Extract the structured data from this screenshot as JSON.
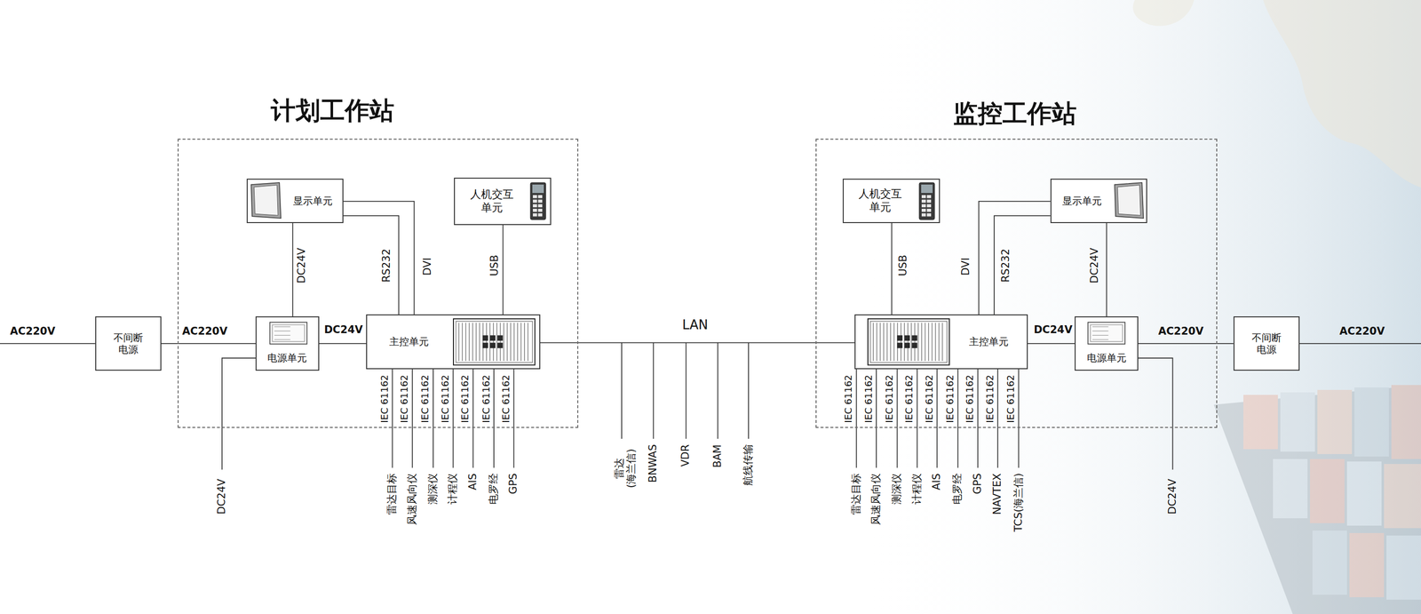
{
  "diagram": {
    "nodes": [
      {
        "text": [
          "不间断 电源"
        ]
      },
      {
        "text": [
          "计划工作站"
        ]
      },
      {
        "text": [
          "显示单元"
        ],
        "in": 1
      },
      {
        "text": [
          "人机交互 单元"
        ],
        "in": 1
      },
      {
        "text": [
          "电源单元"
        ],
        "in": 1
      },
      {
        "text": [
          "主控单元"
        ],
        "in": 1
      },
      {
        "text": [
          "监控工作站"
        ]
      },
      {
        "text": [
          "人机交互 单元"
        ],
        "in": 6
      },
      {
        "text": [
          "显示单元"
        ],
        "in": 6
      },
      {
        "text": [
          "主控单元"
        ],
        "in": 6
      },
      {
        "text": [
          "电源单元"
        ],
        "in": 6
      },
      {
        "text": [
          "不间断 电源"
        ]
      }
    ],
    "edges": [
      {
        "from": 0,
        "to": 4,
        "label": "AC220V",
        "arrow": "none"
      },
      {
        "from": 4,
        "to": 5,
        "label": "DC24V",
        "arrow": "none"
      },
      {
        "from": 2,
        "to": 4,
        "label": "DC24V",
        "arrow": "none"
      },
      {
        "from": 2,
        "to": 5,
        "label": "RS232",
        "arrow": "none"
      },
      {
        "from": 2,
        "to": 5,
        "label": "DVI",
        "arrow": "none"
      },
      {
        "from": 3,
        "to": 5,
        "label": "USB",
        "arrow": "none"
      },
      {
        "from": 5,
        "to": 9,
        "label": "LAN",
        "arrow": "none"
      },
      {
        "from": 8,
        "to": 10,
        "label": "DC24V",
        "arrow": "none"
      },
      {
        "from": 8,
        "to": 9,
        "label": "DVI",
        "arrow": "none"
      },
      {
        "from": 8,
        "to": 9,
        "label": "RS232",
        "arrow": "none"
      },
      {
        "from": 7,
        "to": 9,
        "label": "USB",
        "arrow": "none"
      },
      {
        "from": 9,
        "to": 10,
        "label": "DC24V",
        "arrow": "none"
      },
      {
        "from": 10,
        "to": 11,
        "label": "AC220V",
        "arrow": "none"
      }
    ],
    "labels": [
      "AC220V",
      "DC24V",
      "IEC 61162",
      "IEC 61162",
      "IEC 61162",
      "IEC 61162",
      "IEC 61162",
      "IEC 61162",
      "IEC 61162",
      "雷达目标",
      "风速风向仪",
      "测深仪",
      "计程仪",
      "AIS",
      "电罗经",
      "GPS",
      "雷达 (海兰信)",
      "BNWAS",
      "VDR",
      "BAM",
      "航线传输",
      "IEC 61162",
      "IEC 61162",
      "IEC 61162",
      "IEC 61162",
      "IEC 61162",
      "IEC 61162",
      "IEC 61162",
      "IEC 61162",
      "IEC 61162",
      "雷达目标",
      "风速风向仪",
      "测深仪",
      "计程仪",
      "AIS",
      "电罗经",
      "GPS",
      "NAVTEX",
      "TCS(海兰信)",
      "AC220V",
      "DC24V"
    ]
  }
}
